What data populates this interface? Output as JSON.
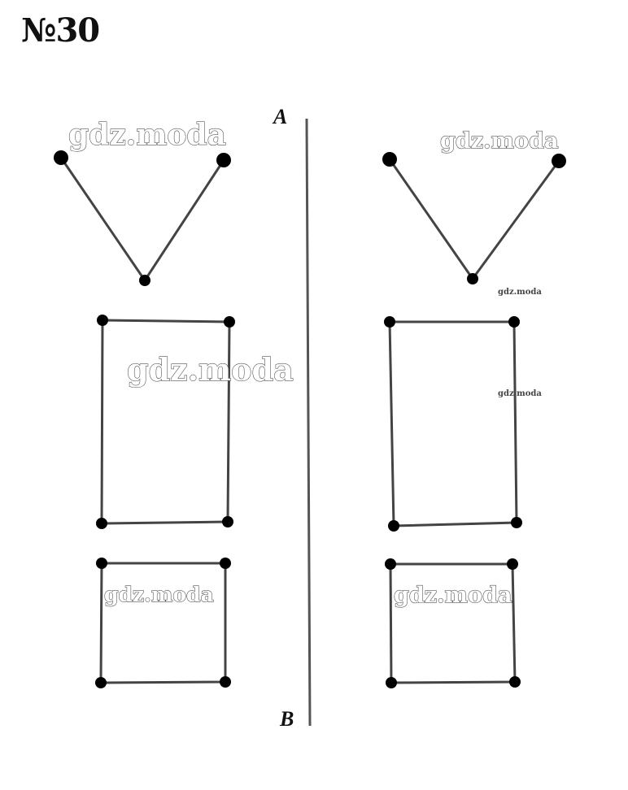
{
  "page": {
    "title": "№30"
  },
  "axis": {
    "top_label": "A",
    "bottom_label": "B"
  },
  "watermark": {
    "text": "gdz.moda"
  },
  "colors": {
    "line": "#444444",
    "point": "#000000",
    "axis": "#555555"
  }
}
